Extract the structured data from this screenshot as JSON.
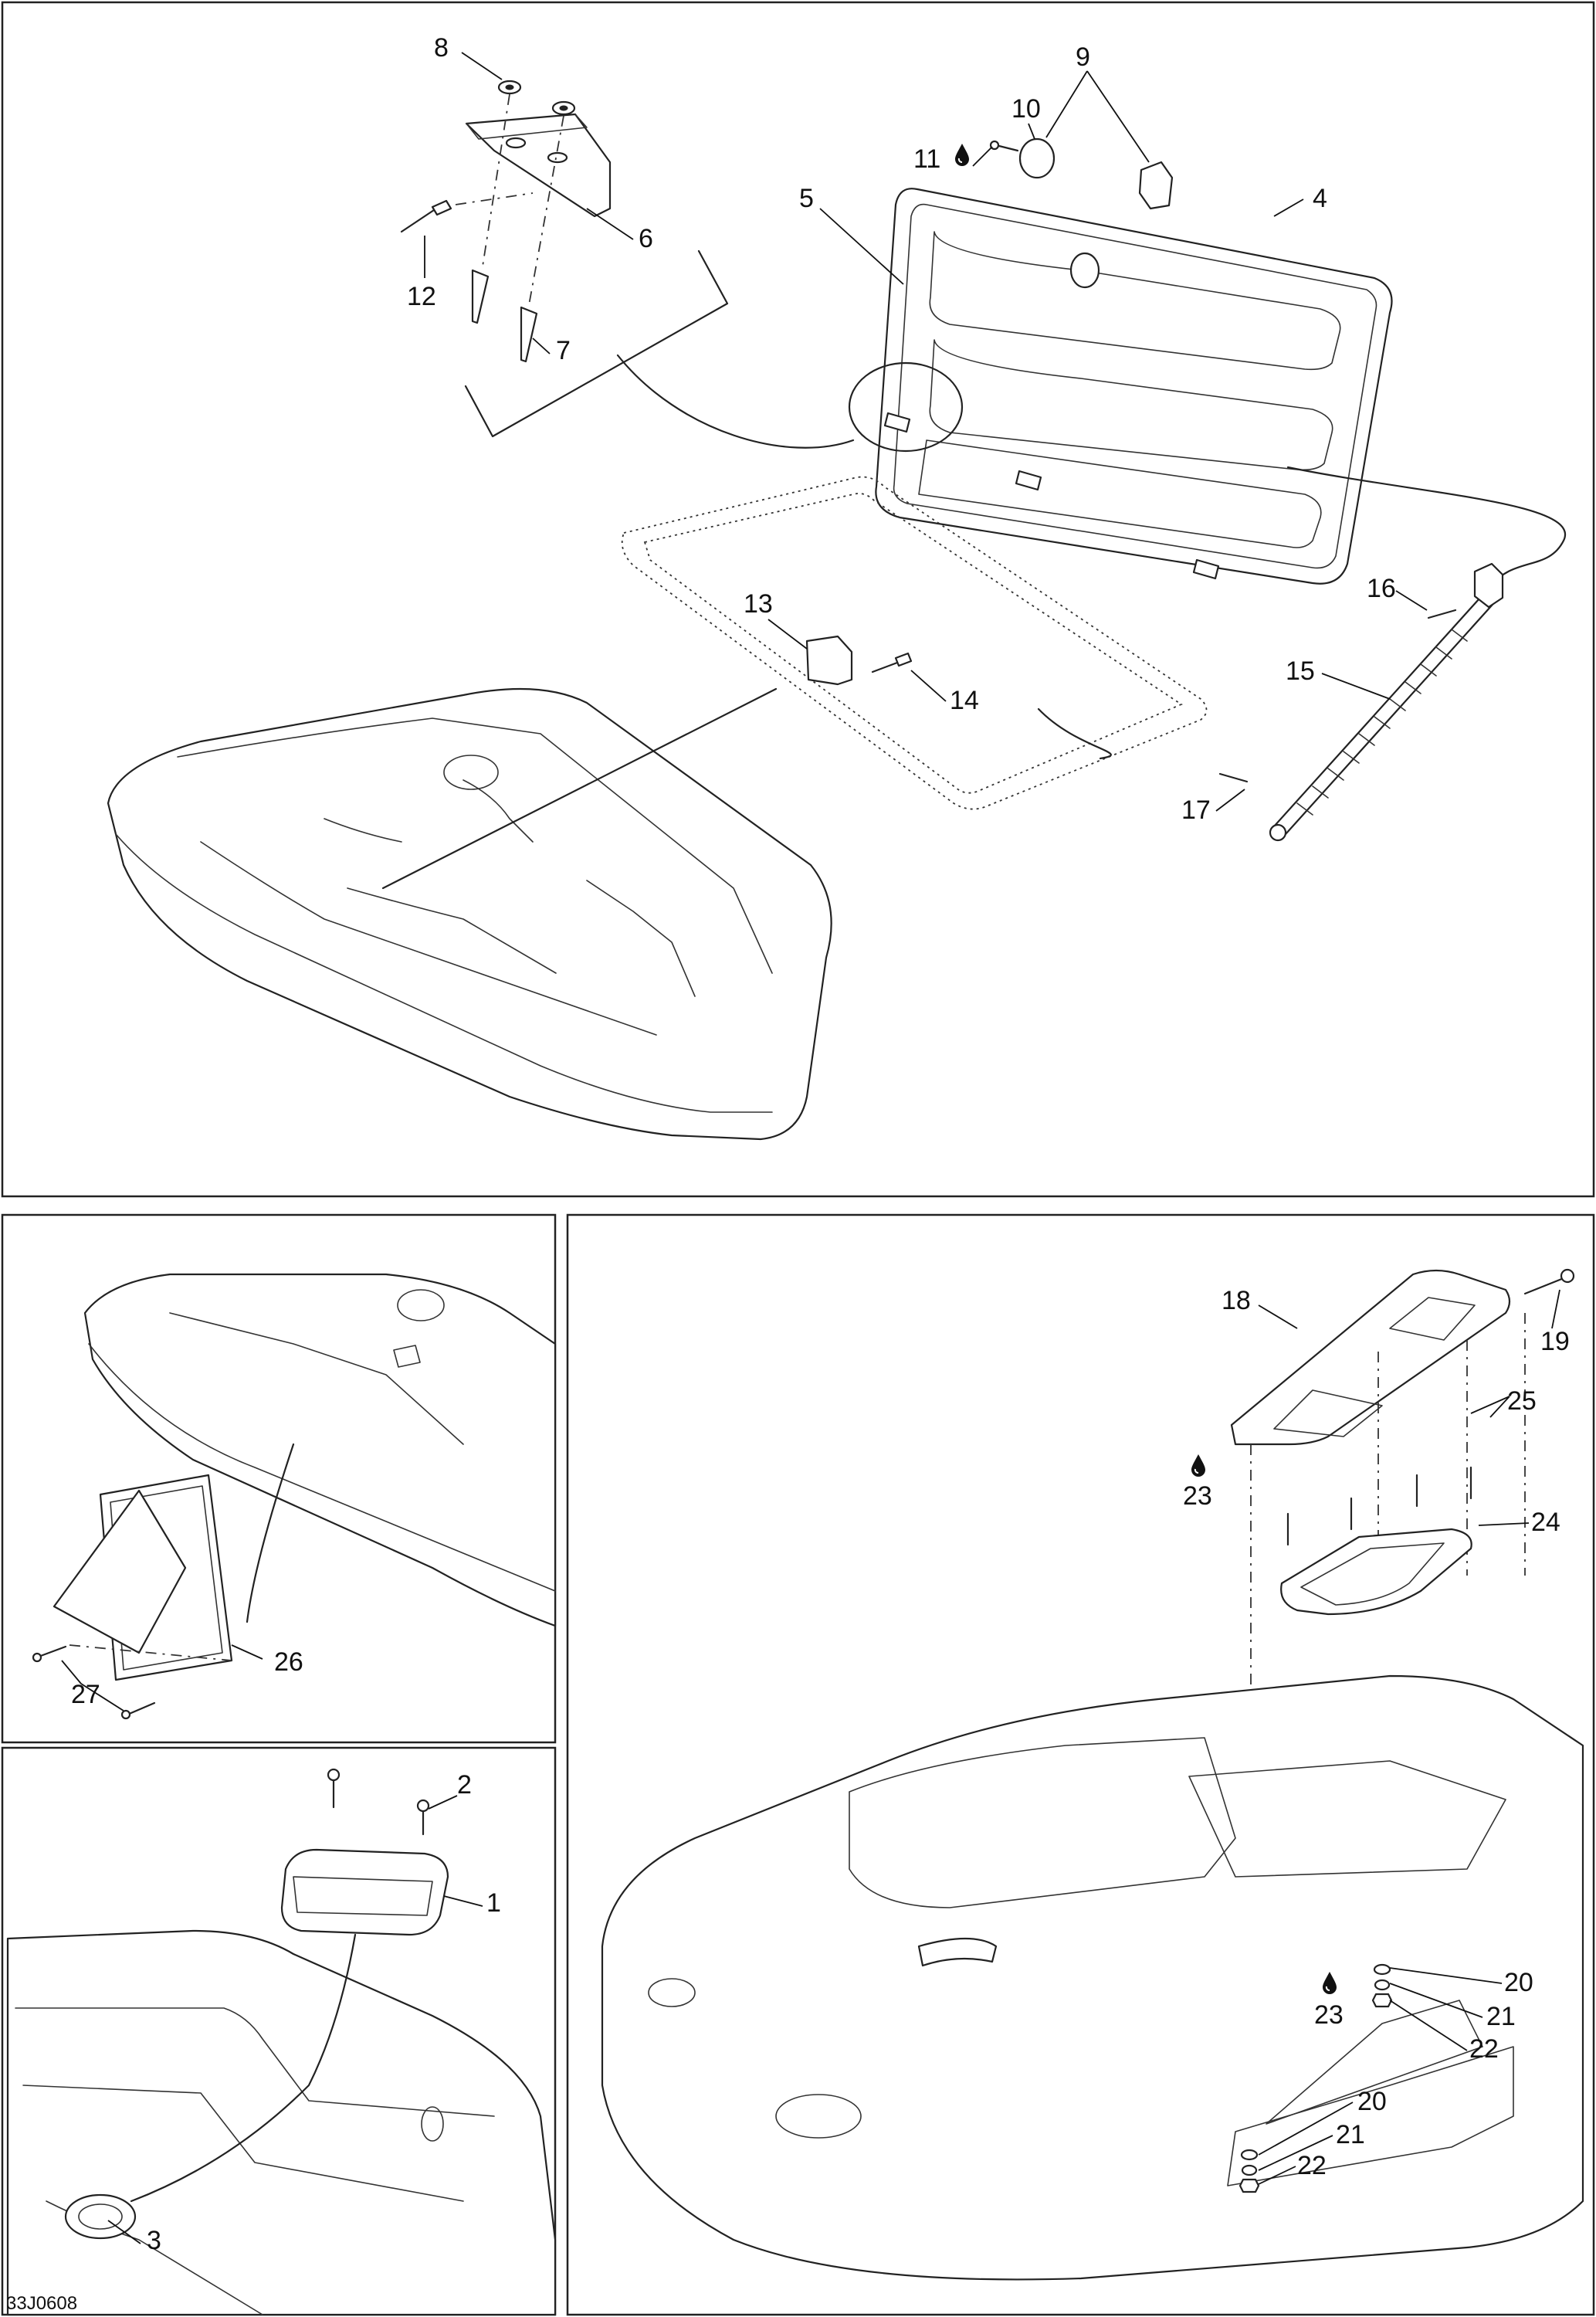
{
  "figure": {
    "reference_code": "33J0608"
  },
  "callouts": [
    {
      "key": "c1",
      "label": "1"
    },
    {
      "key": "c2",
      "label": "2"
    },
    {
      "key": "c3",
      "label": "3"
    },
    {
      "key": "c4",
      "label": "4"
    },
    {
      "key": "c5",
      "label": "5"
    },
    {
      "key": "c6",
      "label": "6"
    },
    {
      "key": "c7",
      "label": "7"
    },
    {
      "key": "c8",
      "label": "8"
    },
    {
      "key": "c9",
      "label": "9"
    },
    {
      "key": "c10",
      "label": "10"
    },
    {
      "key": "c11",
      "label": "11"
    },
    {
      "key": "c12",
      "label": "12"
    },
    {
      "key": "c13",
      "label": "13"
    },
    {
      "key": "c14",
      "label": "14"
    },
    {
      "key": "c15",
      "label": "15"
    },
    {
      "key": "c16",
      "label": "16"
    },
    {
      "key": "c17",
      "label": "17"
    },
    {
      "key": "c18",
      "label": "18"
    },
    {
      "key": "c19",
      "label": "19"
    },
    {
      "key": "c20",
      "label": "20"
    },
    {
      "key": "c21",
      "label": "21"
    },
    {
      "key": "c22",
      "label": "22"
    },
    {
      "key": "c23",
      "label": "23"
    },
    {
      "key": "c24",
      "label": "24"
    },
    {
      "key": "c25",
      "label": "25"
    },
    {
      "key": "c26",
      "label": "26"
    },
    {
      "key": "c27",
      "label": "27"
    }
  ],
  "icons": [
    "threadlocker-drop-icon"
  ]
}
